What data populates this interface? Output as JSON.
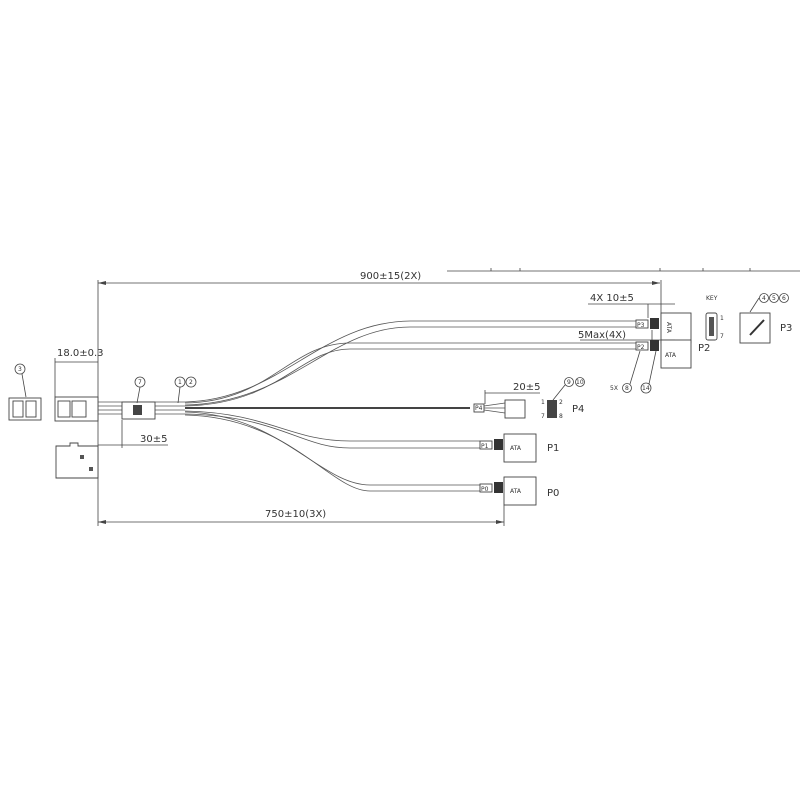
{
  "drawing": {
    "dimensions": {
      "overall_length": "900±15(2X)",
      "connector_length": "18.0±0.3",
      "sleeve_offset": "30±5",
      "branch_length": "750±10(3X)",
      "strip_length": "4X  10±5",
      "max_gap": "5Max(4X)",
      "p4_breakout": "20±5"
    },
    "balloons": {
      "end_view": "3",
      "sleeve": "7",
      "cable_a": "1",
      "cable_b": "2",
      "label_a": "4",
      "label_b": "5",
      "label_c": "6",
      "p4_a": "9",
      "p4_b": "10",
      "boot": "14",
      "marker": "8",
      "marker_qty": "5X"
    },
    "connectors": {
      "p3": "P3",
      "p2": "P2",
      "p4": "P4",
      "p1": "P1",
      "p0": "P0",
      "sata_text": "ATA",
      "key": "KEY",
      "key_pin_1": "1",
      "key_pin_7": "7",
      "p4_pin_1": "1",
      "p4_pin_2": "2",
      "p4_pin_7": "7",
      "p4_pin_8": "8"
    }
  }
}
